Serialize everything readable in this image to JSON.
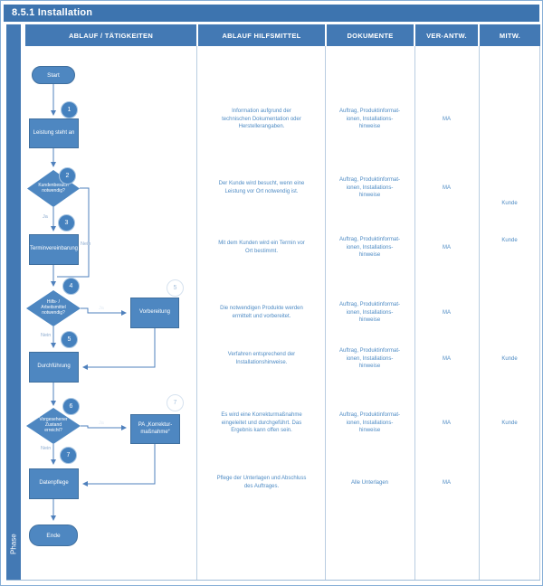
{
  "title": "8.5.1 Installation",
  "phase_label": "Phase",
  "header": {
    "columns": [
      "ABLAUF / TÄTIGKEITEN",
      "ABLAUF HILFSMITTEL",
      "DOKUMENTE",
      "VER-ANTW.",
      "MITW."
    ]
  },
  "flow": {
    "start_label": "Start",
    "end_label": "Ende",
    "step1": "Leistung steht an",
    "decision2": "Kundenbesuch\nnotwendig?",
    "step3": "Terminvereinbarung",
    "decision4": "Hilfs- /\nArbeitsmittel\nnotwendig?",
    "step5a": "Vorbereitung",
    "step5b": "Durchführung",
    "decision6": "Vorgesehener\nZustand\nerreicht?",
    "step7a": "PA „Korrektur-\nmaßnahme“",
    "step7b": "Datenpflege",
    "badges": {
      "b1": "1",
      "b2": "2",
      "b3": "3",
      "b4": "4",
      "b5": "5",
      "b5_light": "5",
      "b6": "6",
      "b7": "7",
      "b7_light": "7"
    },
    "labels": {
      "ja": "Ja",
      "nein": "Nein"
    }
  },
  "rows": [
    {
      "hilfsmittel": "Information aufgrund der\ntechnischen Dokumentation oder\nHerstellerangaben.",
      "dokumente": "Auftrag, Produktinformat-\nionen, Installations-\nhinweise",
      "verantw": "MA",
      "mitw": ""
    },
    {
      "hilfsmittel": "Der Kunde wird besucht, wenn eine\nLeistung vor Ort notwendig ist.",
      "dokumente": "Auftrag, Produktinformat-\nionen, Installations-\nhinweise",
      "verantw": "MA",
      "mitw": "Kunde"
    },
    {
      "hilfsmittel": "Mit dem Kunden wird ein Termin vor\nOrt bestimmt.",
      "dokumente": "Auftrag, Produktinformat-\nionen, Installations-\nhinweise",
      "verantw": "MA",
      "mitw": "Kunde"
    },
    {
      "hilfsmittel": "Die notwendigen Produkte werden\nermittelt und vorbereitet.",
      "dokumente": "Auftrag, Produktinformat-\nionen, Installations-\nhinweise",
      "verantw": "MA",
      "mitw": ""
    },
    {
      "hilfsmittel": "Verfahren entsprechend der\nInstallationshinweise.",
      "dokumente": "Auftrag, Produktinformat-\nionen, Installations-\nhinweise",
      "verantw": "MA",
      "mitw": "Kunde"
    },
    {
      "hilfsmittel": "Es wird eine Korrekturmaßnahme\neingeleitet und durchgeführt. Das\nErgebnis kann offen sein.",
      "dokumente": "Auftrag, Produktinformat-\nionen, Installations-\nhinweise",
      "verantw": "MA",
      "mitw": "Kunde"
    },
    {
      "hilfsmittel": "Pflege der Unterlagen und Abschluss\ndes Auftrages.",
      "dokumente": "Alle Unterlagen",
      "verantw": "MA",
      "mitw": ""
    }
  ],
  "colors": {
    "title_bar": "#3d74af",
    "header_band": "#4379b4",
    "shape_fill": "#4e87c1",
    "shape_border": "#3f6f9e",
    "connector": "#4f81bd",
    "body_text": "#4e8bc4",
    "divider": "#b9cde1"
  }
}
